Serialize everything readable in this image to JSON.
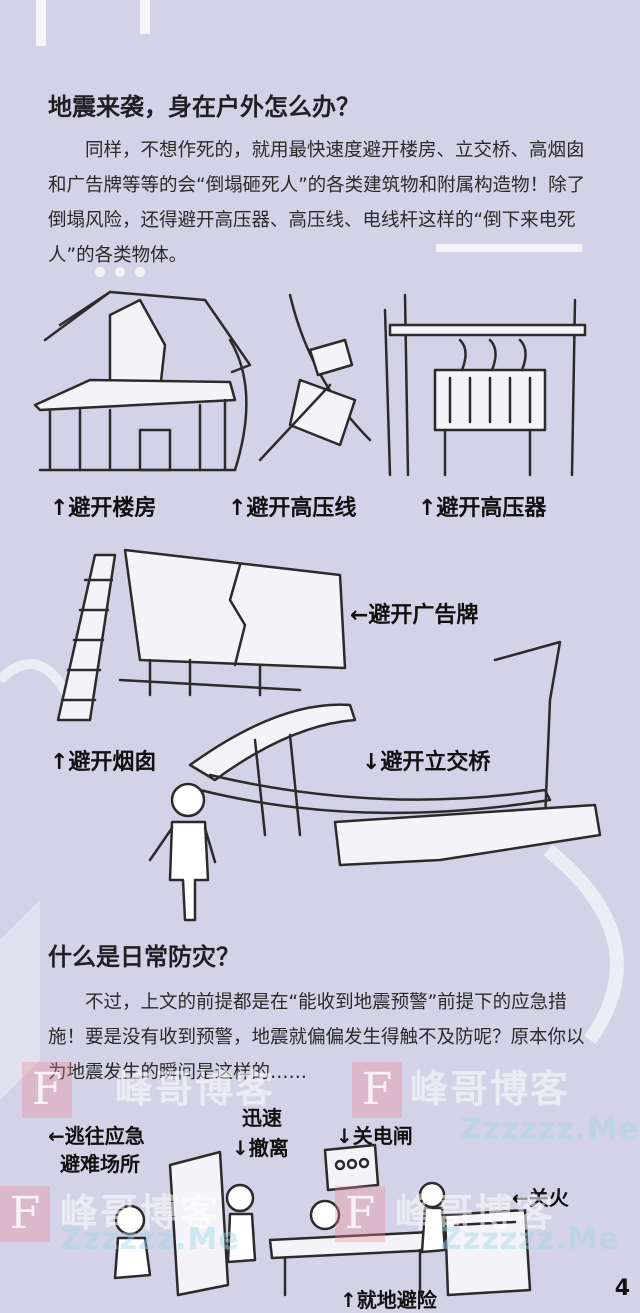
{
  "section1": {
    "heading": "地震来袭，身在户外怎么办？",
    "paragraph": "同样，不想作死的，就用最快速度避开楼房、立交桥、高烟囱和广告牌等等的会“倒塌砸死人”的各类建筑物和附属构造物！除了倒塌风险，还得避开高压器、高压线、电线杆这样的“倒下来电死人”的各类物体。"
  },
  "illustration1": {
    "labels": {
      "building": "↑避开楼房",
      "power_line": "↑避开高压线",
      "transformer": "↑避开高压器",
      "billboard": "←避开广告牌",
      "chimney": "↑避开烟囱",
      "overpass": "↓避开立交桥"
    }
  },
  "section2": {
    "heading": "什么是日常防灾？",
    "paragraph": "不过，上文的前提都是在“能收到地震预警”前提下的应急措施！要是没有收到预警，地震就偏偏发生得触不及防呢？原本你以为地震发生的瞬间是这样的……"
  },
  "illustration2": {
    "labels": {
      "escape_line1": "←逃往应急",
      "escape_line2": "避难场所",
      "evacuate_line1": "迅速",
      "evacuate_line2": "↓撤离",
      "power_switch": "↓关电闸",
      "fire": "←关火",
      "shelter": "↑就地避险"
    }
  },
  "watermark": {
    "letter": "F",
    "text": "峰哥博客",
    "url": "Zzzzzz.Me"
  },
  "page_number": "4"
}
